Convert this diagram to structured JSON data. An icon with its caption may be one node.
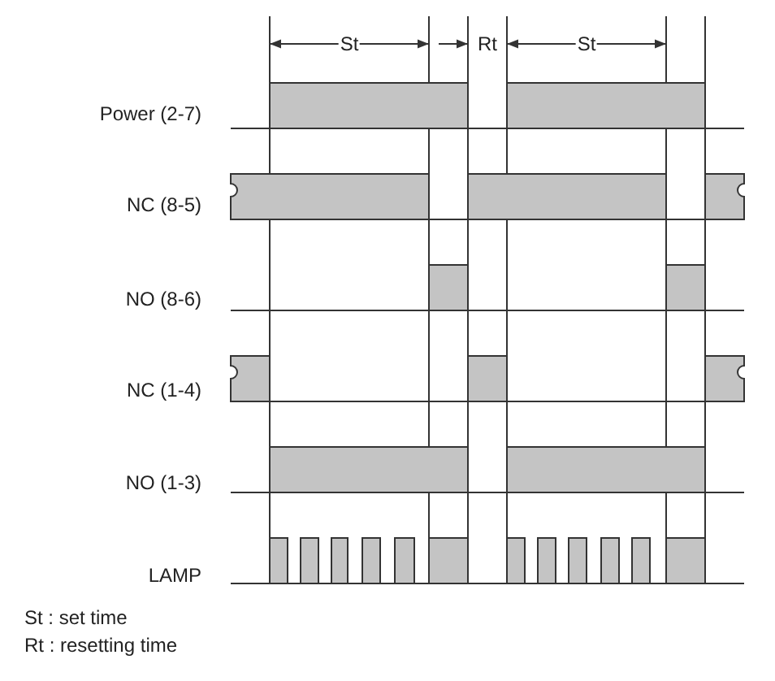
{
  "diagram": {
    "labels": [
      "St",
      "Rt",
      "St",
      "Power (2-7)",
      "NC (8-5)",
      "NO (8-6)",
      "NC (1-4)",
      "NO (1-3)",
      "LAMP",
      "St : set time",
      "Rt : resetting time"
    ]
  }
}
